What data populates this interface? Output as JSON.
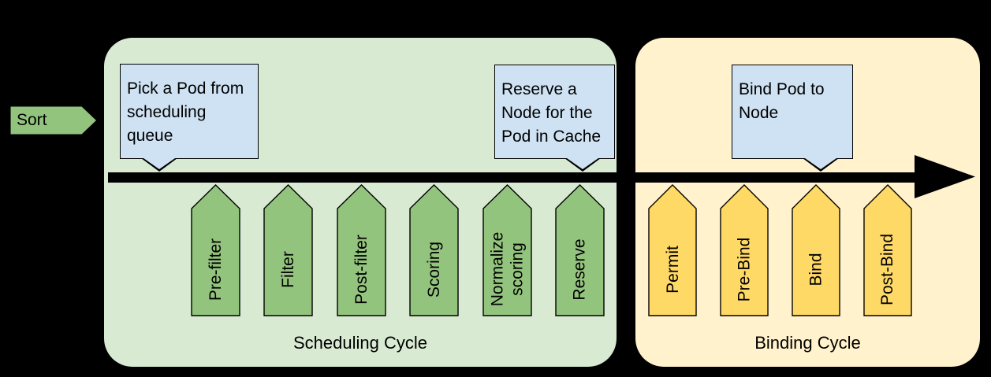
{
  "colors": {
    "background": "#000000",
    "scheduling_box": "#d9ead3",
    "binding_box": "#fff2cc",
    "scheduling_step": "#93c47d",
    "binding_step": "#ffd966",
    "callout": "#cfe2f3",
    "arrow": "#000000",
    "stroke": "#000000",
    "text": "#000000"
  },
  "sort": {
    "label": "Sort"
  },
  "scheduling_cycle": {
    "title": "Scheduling Cycle",
    "callouts": [
      {
        "text": "Pick a Pod from\nscheduling\nqueue"
      },
      {
        "text": "Reserve a\nNode for the\nPod in Cache"
      }
    ],
    "steps": [
      {
        "label": "Pre-filter"
      },
      {
        "label": "Filter"
      },
      {
        "label": "Post-filter"
      },
      {
        "label": "Scoring"
      },
      {
        "label": "Normalize\nscoring"
      },
      {
        "label": "Reserve"
      }
    ]
  },
  "binding_cycle": {
    "title": "Binding Cycle",
    "callouts": [
      {
        "text": "Bind Pod to\nNode"
      }
    ],
    "steps": [
      {
        "label": "Permit"
      },
      {
        "label": "Pre-Bind"
      },
      {
        "label": "Bind"
      },
      {
        "label": "Post-Bind"
      }
    ]
  }
}
